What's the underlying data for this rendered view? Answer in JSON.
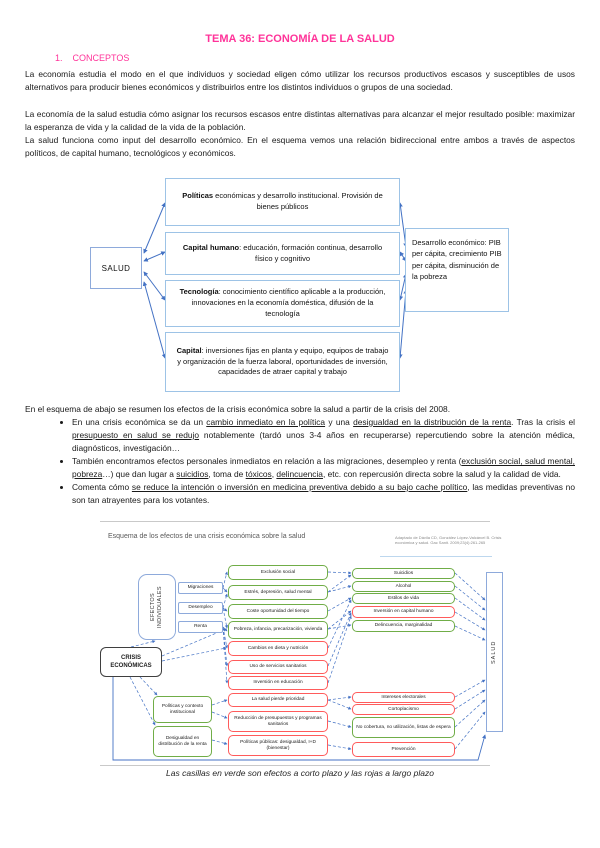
{
  "page": {
    "title": "TEMA 36: ECONOMÍA DE LA SALUD",
    "section_number": "1.",
    "section_label": "CONCEPTOS"
  },
  "paragraphs": {
    "p1": "La economía estudia el modo en el que individuos y sociedad eligen cómo utilizar los recursos productivos escasos y susceptibles de usos alternativos para producir bienes económicos y distribuirlos entre los distintos individuos o grupos de una sociedad.",
    "p2": "La economía de la salud estudia cómo asignar los recursos escasos entre distintas alternativas para alcanzar el mejor resultado posible: maximizar la esperanza de vida y la calidad de la vida de la población.",
    "p3": "La salud funciona como input del desarrollo económico. En el esquema vemos una relación bidireccional entre ambos a través de aspectos políticos, de capital humano, tecnológicos y económicos.",
    "intro2": "En el esquema de abajo se resumen los efectos de la crisis económica sobre la salud a partir de la crisis del 2008."
  },
  "bullets": [
    {
      "t1": "En una crisis económica se da un ",
      "u1": "cambio inmediato en la política",
      "t2": " y una ",
      "u2": "desigualdad en la distribución de la renta",
      "t3": ". Tras la crisis el ",
      "u3": "presupuesto en salud se redujo",
      "t4": " notablemente (tardó unos 3-4 años en recuperarse) repercutiendo sobre la atención médica, diagnósticos, investigación…"
    },
    {
      "t1": "También encontramos efectos personales inmediatos en relación a las migraciones, desempleo y renta (",
      "u1": "exclusión social, salud mental, pobreza",
      "t2": "…) que dan lugar a ",
      "u2": "suicidios",
      "t3": ", toma de ",
      "u3": "tóxicos",
      "t4": ", ",
      "u4": "delincuencia",
      "t5": ", etc. con repercusión directa sobre la salud y la calidad de vida."
    },
    {
      "t1": "Comenta cómo ",
      "u1": "se reduce la intención o inversión en medicina preventiva debido a su bajo cache político",
      "t2": ", las medidas preventivas no son tan atrayentes para los votantes."
    }
  ],
  "diagram1": {
    "salud": "SALUD",
    "desarrollo": "Desarrollo económico: PIB per cápita, crecimiento PIB per cápita, disminución de la pobreza",
    "boxes": [
      {
        "bold": "Políticas",
        "rest": " económicas y desarrollo institucional. Provisión de bienes públicos"
      },
      {
        "bold": "Capital humano",
        "rest": ": educación, formación continua, desarrollo físico y cognitivo"
      },
      {
        "bold": "Tecnología",
        "rest": ": conocimiento científico aplicable a la producción, innovaciones en la economía doméstica, difusión de la tecnología"
      },
      {
        "bold": "Capital",
        "rest": ": inversiones fijas en planta y equipo, equipos de trabajo y organización de la fuerza laboral, oportunidades de inversión, capacidades de atraer capital y trabajo"
      }
    ]
  },
  "figure": {
    "title": "Esquema de los efectos de una crisis económica sobre la salud",
    "source_line1": "Adaptado de Dávila CD, González López-Valcárcel B. Crisis",
    "source_line2": "económica y salud. Gac Sanit. 2009;23(4):261-265",
    "crisis": "CRISIS ECONÓMICAS",
    "efectos": "EFECTOS INDIVIDUALES",
    "individual": [
      "Migraciones",
      "Desempleo",
      "Renta"
    ],
    "policy": [
      "Políticas y contexto institucional",
      "Desigualdad en distribución de la renta"
    ],
    "mid": [
      {
        "label": "Exclusión social",
        "type": "green"
      },
      {
        "label": "Estrés, depresión, salud mental",
        "type": "green"
      },
      {
        "label": "Coste oportunidad del tiempo",
        "type": "green"
      },
      {
        "label": "Pobreza, infancia, precarización, vivienda",
        "type": "green"
      },
      {
        "label": "Cambios en dieta y nutrición",
        "type": "red"
      },
      {
        "label": "Uso de servicios sanitarios",
        "type": "red"
      },
      {
        "label": "Inversión en educación",
        "type": "red"
      },
      {
        "label": "La salud pierde prioridad",
        "type": "red"
      },
      {
        "label": "Reducción de presupuestos y programas sanitarios",
        "type": "red"
      },
      {
        "label": "Políticas públicas: desigualdad, I+D (bienestar)",
        "type": "red"
      }
    ],
    "right": [
      {
        "label": "Suicidios",
        "type": "green"
      },
      {
        "label": "Alcohol",
        "type": "green"
      },
      {
        "label": "Estilos de vida",
        "type": "green"
      },
      {
        "label": "Inversión en capital humano",
        "type": "red"
      },
      {
        "label": "Delincuencia, marginalidad",
        "type": "green"
      },
      {
        "label": "Intereses electorales",
        "type": "red"
      },
      {
        "label": "Cortoplacismo",
        "type": "red"
      },
      {
        "label": "No cobertura, no utilización, listas de espera",
        "type": "green"
      },
      {
        "label": "Prevención",
        "type": "red"
      }
    ],
    "salud_vertical": "SALUD",
    "caption": "Las casillas en verde son efectos a corto plazo y las rojas a largo plazo"
  },
  "colors": {
    "accent_pink": "#ff3399",
    "arrow_blue": "#4472c4",
    "box_blue_border": "#9dc3e6",
    "green": "#70ad47",
    "red": "#ff5b5b"
  }
}
